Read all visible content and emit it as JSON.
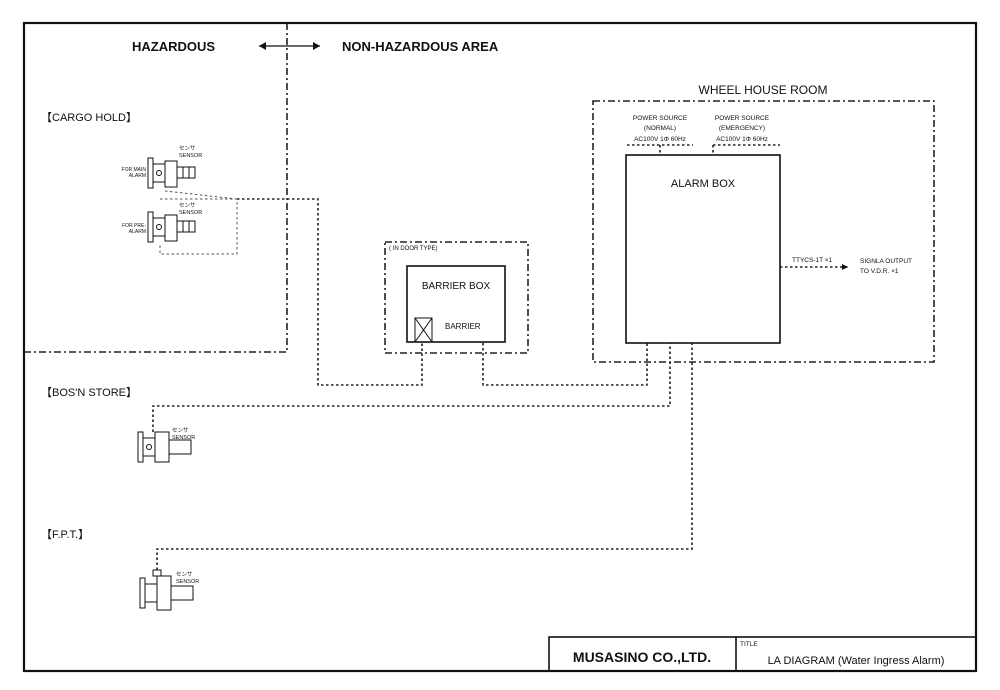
{
  "zones": {
    "hazardous": "HAZARDOUS",
    "non_hazardous": "NON-HAZARDOUS AREA"
  },
  "locations": {
    "cargo_hold": "【CARGO HOLD】",
    "bosn_store": "【BOS'N STORE】",
    "fpt": "【F.P.T.】"
  },
  "sensors": {
    "label_jp": "センサ",
    "label_en": "SENSOR",
    "main_alarm_1": "FOR MAIN",
    "main_alarm_2": "ALARM",
    "pre_alarm_1": "FOR PRE-",
    "pre_alarm_2": "ALARM"
  },
  "barrier": {
    "indoor_type": "( IN DOOR TYPE)",
    "box_label": "BARRIER BOX",
    "barrier_label": "BARRIER"
  },
  "wheelhouse": {
    "room_label": "WHEEL HOUSE ROOM",
    "alarm_box": "ALARM BOX",
    "ps_normal_1": "POWER SOURCE",
    "ps_normal_2": "(NORMAL)",
    "ps_normal_3": "AC100V 1Φ 60Hz",
    "ps_emerg_1": "POWER SOURCE",
    "ps_emerg_2": "(EMERGENCY)",
    "ps_emerg_3": "AC100V 1Φ 60Hz",
    "cable": "TTYCS-1T ×1",
    "output_1": "SIGNLA OUTPUT",
    "output_2": "TO V.D.R. ×1"
  },
  "title_block": {
    "company": "MUSASINO CO.,LTD.",
    "title_caption": "TITLE",
    "title": "LA DIAGRAM (Water Ingress Alarm)"
  }
}
